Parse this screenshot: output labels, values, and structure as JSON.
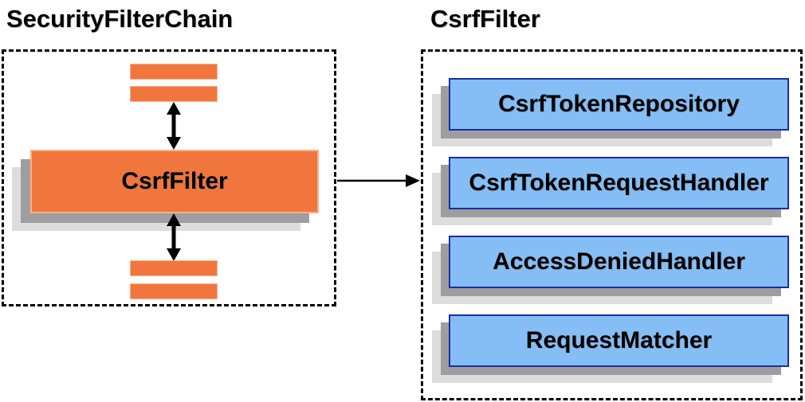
{
  "left_panel": {
    "title": "SecurityFilterChain",
    "filter_box_label": "CsrfFilter"
  },
  "right_panel": {
    "title": "CsrfFilter",
    "items": [
      {
        "label": "CsrfTokenRepository"
      },
      {
        "label": "CsrfTokenRequestHandler"
      },
      {
        "label": "AccessDeniedHandler"
      },
      {
        "label": "RequestMatcher"
      }
    ]
  },
  "icons": {
    "vertical_arrows": "bidirectional-arrow-icon",
    "horizontal_arrow": "flow-arrow-icon"
  },
  "colors": {
    "orange_fill": "#F1763D",
    "orange_border": "#F8B287",
    "blue_fill": "#85BEF5",
    "blue_border": "#1C2DA2",
    "shadow_dark": "#9E9EA0",
    "shadow_light": "#DDDDDD",
    "border_black": "#000000",
    "arrow_black": "#000000"
  }
}
